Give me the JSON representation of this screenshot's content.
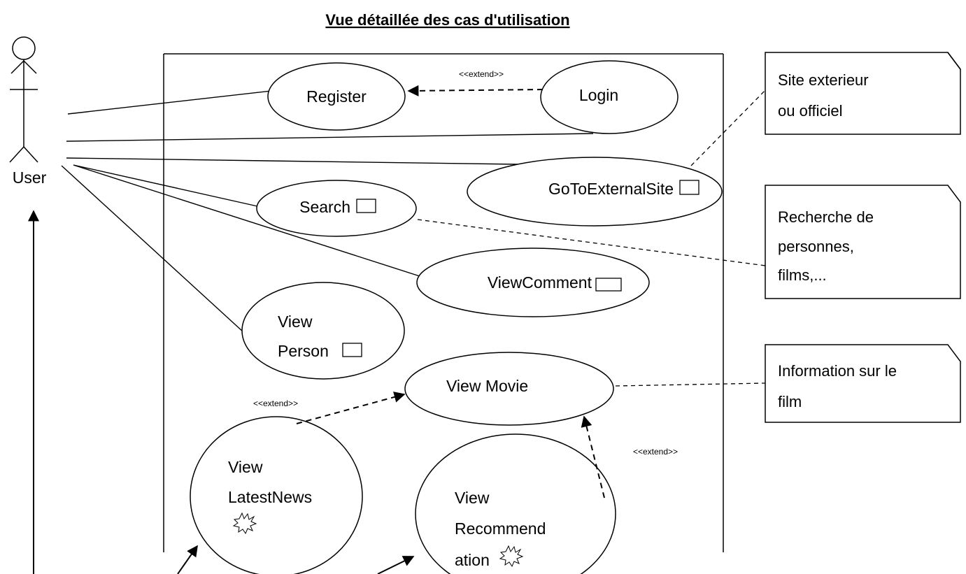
{
  "title": "Vue détaillée des cas d'utilisation",
  "actor": {
    "label": "User"
  },
  "use_cases": {
    "register": "Register",
    "login": "Login",
    "goto_external_site": "GoToExternalSite",
    "search": "Search",
    "view_comment": "ViewComment",
    "view_person": [
      "View",
      "Person"
    ],
    "view_movie": "View Movie",
    "view_latest_news": [
      "View",
      "LatestNews"
    ],
    "view_recommendation": [
      "View",
      "Recommend",
      "ation"
    ]
  },
  "relations": {
    "extend_login_register": "<<extend>>",
    "extend_latestnews_movie": "<<extend>>",
    "extend_recommendation_movie": "<<extend>>"
  },
  "notes": {
    "external_site": [
      "Site exterieur",
      "ou officiel"
    ],
    "search": [
      "Recherche de",
      "personnes,",
      "films,..."
    ],
    "movie": [
      "Information sur le",
      "film"
    ]
  }
}
